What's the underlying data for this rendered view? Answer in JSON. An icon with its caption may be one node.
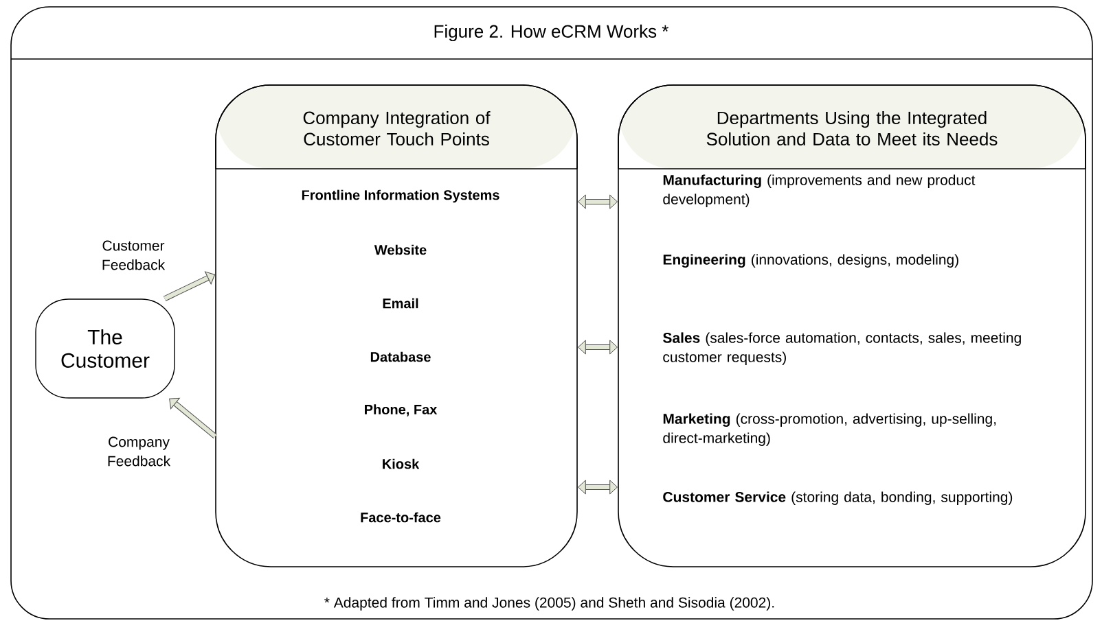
{
  "diagram": {
    "title": "Figure 2. How eCRM Works *",
    "caption": "* Adapted from Timm and Jones (2005) and Sheth and Sisodia (2002).",
    "nodes": [
      {
        "text": [
          "The Customer"
        ]
      },
      {
        "text": [
          "Company Integration of Customer Touch Points",
          "Frontline Information Systems",
          "Website",
          "Email",
          "Database",
          "Phone, Fax",
          "Kiosk",
          "Face-to-face"
        ]
      },
      {
        "text": [
          "Departments Using the Integrated Solution and Data to Meet its Needs",
          "**Manufacturing** (improvements and new product development)",
          "**Engineering** (innovations, designs, modeling)",
          "**Sales** (sales-force automation, contacts, sales, meeting customer requests)",
          "**Marketing** (cross-promotion, advertising, up-selling, direct-marketing)",
          "**Customer Service** (storing data, bonding, supporting)"
        ]
      }
    ],
    "edges": [
      {
        "from": 0,
        "to": 1,
        "arrow": "to",
        "label": "Customer Feedback"
      },
      {
        "from": 1,
        "to": 0,
        "arrow": "to",
        "label": "Company Feedback"
      },
      {
        "from": 1,
        "to": 2,
        "arrow": "both"
      },
      {
        "from": 1,
        "to": 2,
        "arrow": "both"
      },
      {
        "from": 1,
        "to": 2,
        "arrow": "both"
      }
    ]
  }
}
